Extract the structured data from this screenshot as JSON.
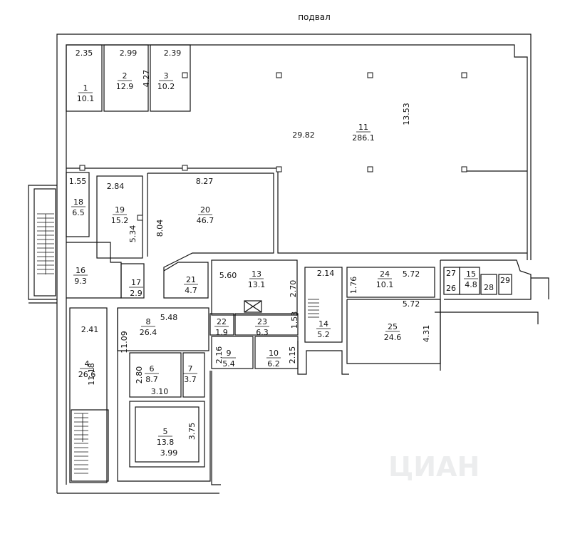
{
  "title": "подвал",
  "rooms": [
    {
      "id": "1",
      "area": "10.1"
    },
    {
      "id": "2",
      "area": "12.9"
    },
    {
      "id": "3",
      "area": "10.2"
    },
    {
      "id": "4",
      "area": "26.6"
    },
    {
      "id": "5",
      "area": "13.8"
    },
    {
      "id": "6",
      "area": "8.7"
    },
    {
      "id": "7",
      "area": "3.7"
    },
    {
      "id": "8",
      "area": "26.4"
    },
    {
      "id": "9",
      "area": "5.4"
    },
    {
      "id": "10",
      "area": "6.2"
    },
    {
      "id": "11",
      "area": "286.1"
    },
    {
      "id": "13",
      "area": "13.1"
    },
    {
      "id": "14",
      "area": "5.2"
    },
    {
      "id": "15",
      "area": "4.8"
    },
    {
      "id": "16",
      "area": "9.3"
    },
    {
      "id": "17",
      "area": "2.9"
    },
    {
      "id": "18",
      "area": "6.5"
    },
    {
      "id": "19",
      "area": "15.2"
    },
    {
      "id": "20",
      "area": "46.7"
    },
    {
      "id": "21",
      "area": "4.7"
    },
    {
      "id": "22",
      "area": "1.9"
    },
    {
      "id": "23",
      "area": "6.3"
    },
    {
      "id": "24",
      "area": "10.1"
    },
    {
      "id": "25",
      "area": "24.6"
    }
  ],
  "room_numbers_only": [
    "26",
    "27",
    "28",
    "29"
  ],
  "dimensions": [
    "2.35",
    "2.99",
    "2.39",
    "4.27",
    "29.82",
    "13.53",
    "1.55",
    "2.84",
    "8.27",
    "5.34",
    "8.04",
    "5.60",
    "2.70",
    "2.14",
    "1.76",
    "5.72",
    "5.72",
    "4.31",
    "1.53",
    "2.41",
    "11.09",
    "5.48",
    "11.18",
    "2.16",
    "2.15",
    "2.80",
    "3.10",
    "3.75",
    "3.99"
  ],
  "watermark": "ЦИАН"
}
